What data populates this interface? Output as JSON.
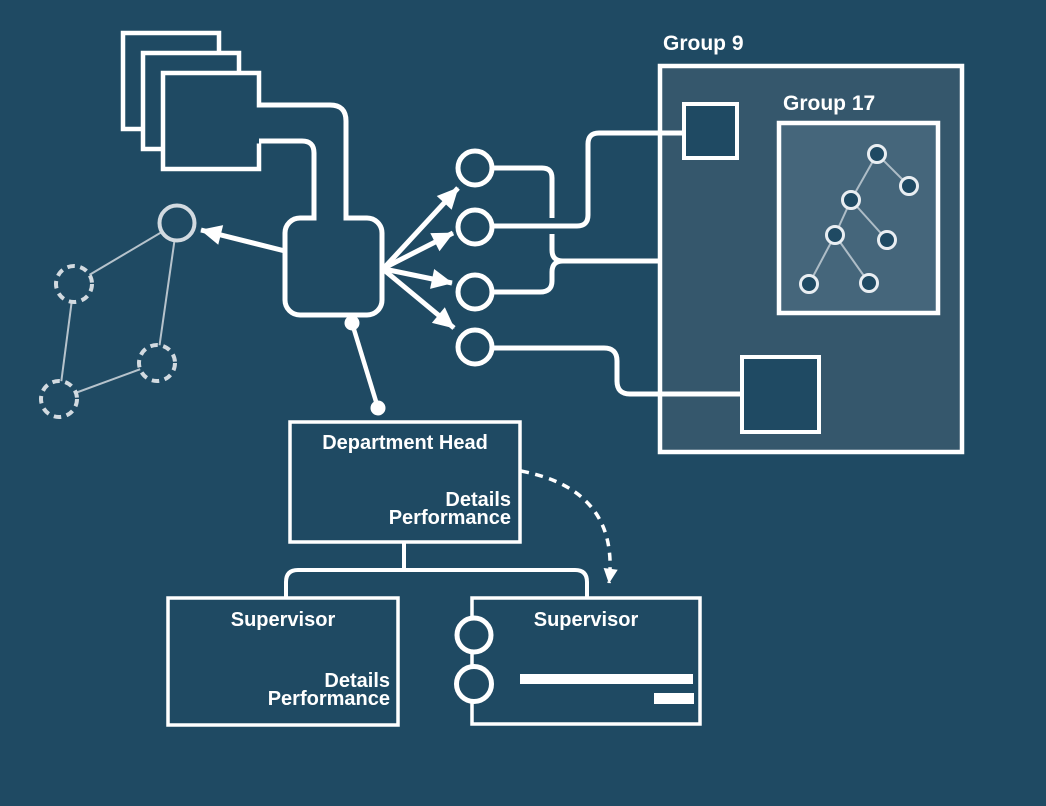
{
  "canvas": {
    "background": "#1f4a63"
  },
  "colors": {
    "line": "#ffffff",
    "soft_stroke": "#d2dae0",
    "soft_line": "#b6c3cc",
    "tree_edge": "#aebdc7",
    "group9_fill": "#35576c",
    "group17_fill": "#45667b"
  },
  "groups": {
    "group9": {
      "label": "Group 9"
    },
    "group17": {
      "label": "Group 17"
    }
  },
  "org": {
    "department_head": {
      "title": "Department Head",
      "links": [
        "Details",
        "Performance"
      ]
    },
    "supervisor_left": {
      "title": "Supervisor",
      "links": [
        "Details",
        "Performance"
      ]
    },
    "supervisor_right": {
      "title": "Supervisor"
    }
  }
}
